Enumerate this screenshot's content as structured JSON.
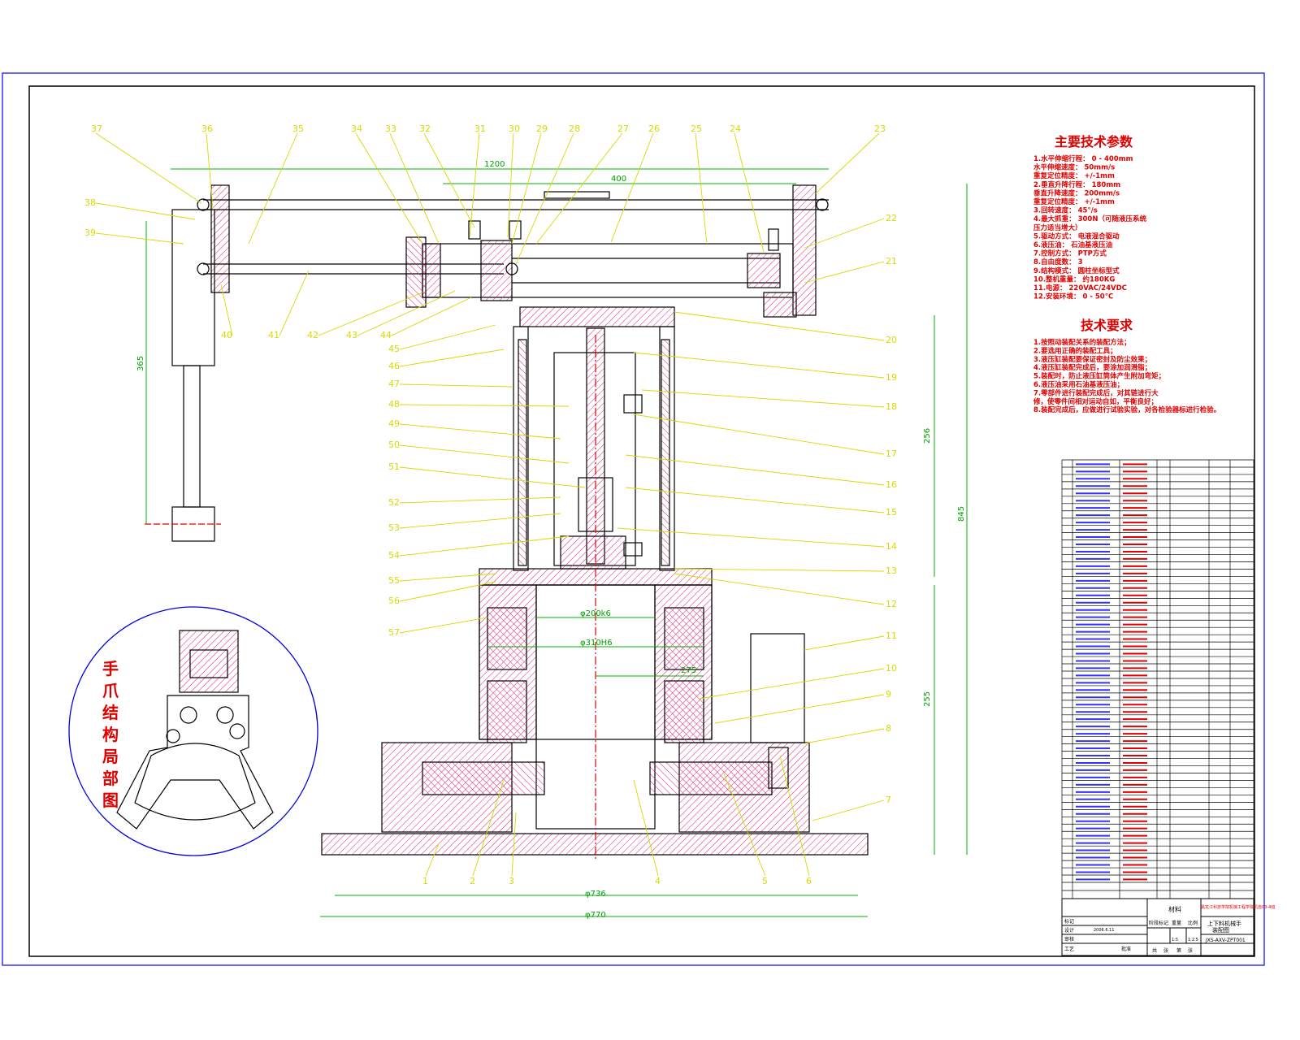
{
  "params": {
    "title": "主要技术参数",
    "lines": [
      "1.水平伸缩行程：  0 - 400mm",
      "   水平伸缩速度：  50mm/s",
      "   重复定位精度：  +/-1mm",
      "2.垂直升降行程：  180mm",
      "   垂直升降速度：  200mm/s",
      "   重复定位精度：  +/-1mm",
      "3.回转速度：  45°/s",
      "4.最大抓重：  300N（可随液压系统",
      "                       压力适当增大）",
      "5.驱动方式：   电液混合驱动",
      "6.液压油：  石油基液压油",
      "7.控制方式：  PTP方式",
      "8.自由度数：  3",
      "9.结构模式：  圆柱坐标型式",
      "10.整机重量：  约180KG",
      "11.电源：  220VAC/24VDC",
      "12.安装环境：  0 - 50°C"
    ]
  },
  "requirements": {
    "title": "技术要求",
    "lines": [
      "1.按照动装配关系的装配方法；",
      "2.要选用正确的装配工具；",
      "3.液压缸装配要保证密封及防尘效果；",
      "4.液压缸装配完成后，要涂加润滑脂；",
      "5.装配时，防止液压缸筒体产生附加弯矩；",
      "6.液压油采用石油基液压油；",
      "7.零部件进行装配完成后，对其链进行大",
      "  修，使零件间相对运动自如，平衡良好；",
      "8.装配完成后，应做进行试验实验，对各检验器标进行检验。"
    ]
  },
  "detail_label": "手爪结构局部图",
  "dimensions": {
    "d1200": "1200",
    "d400": "400",
    "d365": "365",
    "d256": "256",
    "d845": "845",
    "d255": "255",
    "d275": "275",
    "fit1": "φ200k6",
    "fit2": "φ310H6",
    "d736": "φ736",
    "d770": "φ770"
  },
  "callouts_top": [
    "37",
    "36",
    "35",
    "34",
    "33",
    "32",
    "31",
    "30",
    "29",
    "28",
    "27",
    "26",
    "25",
    "24",
    "23"
  ],
  "callouts_left": [
    "38",
    "39",
    "40",
    "41",
    "42",
    "43",
    "44",
    "45",
    "46",
    "47",
    "48",
    "49",
    "50",
    "51",
    "52",
    "53",
    "54",
    "55",
    "56",
    "57"
  ],
  "callouts_right": [
    "22",
    "21",
    "20",
    "19",
    "18",
    "17",
    "16",
    "15",
    "14",
    "13",
    "12",
    "11",
    "10",
    "9",
    "8",
    "7"
  ],
  "callouts_bottom": [
    "1",
    "2",
    "3",
    "4",
    "5",
    "6"
  ],
  "title_block": {
    "col_material": "材料",
    "company": "黑龙江科技学院机械工程学院机自03-4班",
    "drawing_name_1": "上下料机械手",
    "drawing_name_2": "装配图",
    "drawing_no": "JXS-AXV-ZPT001",
    "scale": "1:2.5",
    "ratio": "1:5",
    "date": "2006.6.11",
    "row_labels": [
      "标记",
      "设计",
      "审核",
      "工艺"
    ],
    "mid_labels": [
      "阶段标记",
      "重量",
      "比例"
    ],
    "footer": [
      "共",
      "张",
      "第",
      "张"
    ],
    "approve": "批准"
  },
  "colors": {
    "frame": "#3333ff",
    "outline": "#000000",
    "hatch": "#e0207a",
    "callout": "#d8d800",
    "dimension": "#00b000",
    "title": "#e00000",
    "detail_circle": "#0000e0"
  }
}
